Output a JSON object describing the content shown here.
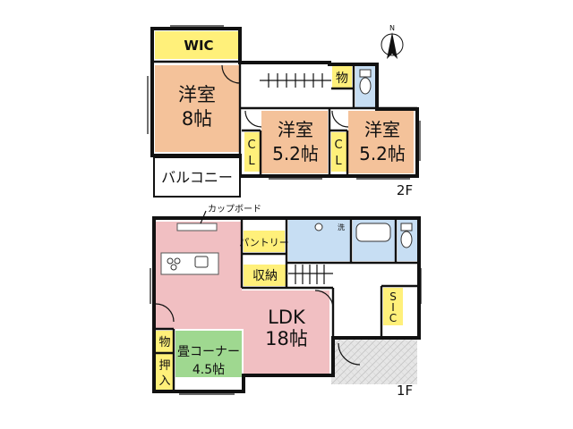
{
  "floor2": {
    "label": "2F",
    "wic": "WIC",
    "room_main": {
      "name": "洋室",
      "size": "8帖"
    },
    "room_mid": {
      "name": "洋室",
      "size": "5.2帖"
    },
    "room_right": {
      "name": "洋室",
      "size": "5.2帖"
    },
    "closet_mid": [
      "C",
      "L"
    ],
    "closet_right": [
      "C",
      "L"
    ],
    "storage": "物",
    "balcony": "バルコニー"
  },
  "floor1": {
    "label": "1F",
    "cupboard": "カップボード",
    "pantry": "パントリー",
    "storage_stair": "収納",
    "ldk": {
      "name": "LDK",
      "size": "18帖"
    },
    "tatami": {
      "name": "畳コーナー",
      "size": "4.5帖"
    },
    "storage_small": "物",
    "oshiire": [
      "押",
      "入"
    ],
    "sic": [
      "S",
      "I",
      "C"
    ],
    "wash": "洗"
  },
  "compass": {
    "north": "N"
  },
  "colors": {
    "room_orange": "#f4c29a",
    "closet_yellow": "#fff07a",
    "ldk_pink": "#f1bfc2",
    "tatami_green": "#9fd890",
    "water_blue": "#c7def3",
    "tile_gray": "#e0e0e0"
  }
}
